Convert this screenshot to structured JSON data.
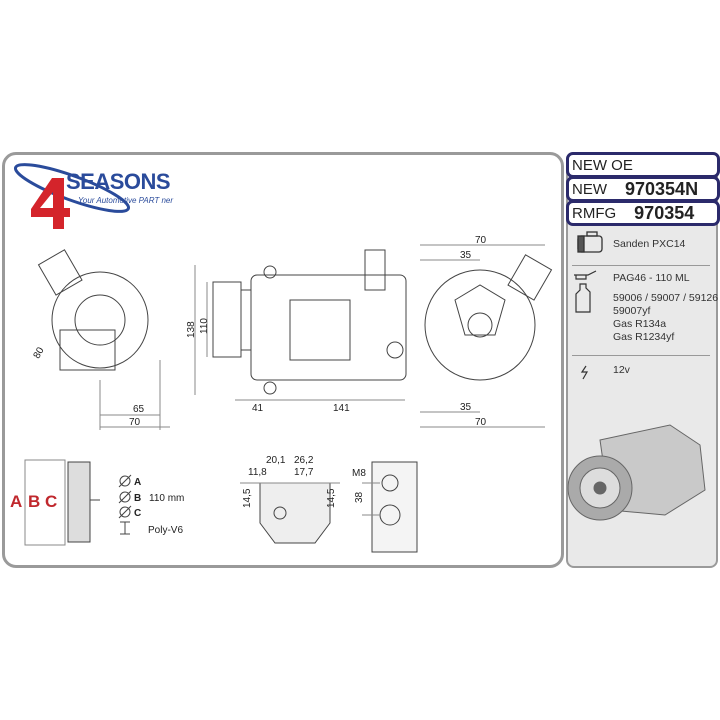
{
  "brand": {
    "logo_text": "SEASONS",
    "logo_digit": "4",
    "tagline": "Your Automotive PART ner",
    "colors": {
      "red": "#d4242b",
      "blue": "#2a4b9b"
    }
  },
  "header_boxes": {
    "new_oe": "NEW OE",
    "new_label": "NEW",
    "new_number": "970354N",
    "rmfg_label": "RMFG",
    "rmfg_number": "970354"
  },
  "specs": {
    "compressor": "Sanden PXC14",
    "oil": "PAG46 - 110 ML",
    "oil_refs": [
      "59006 / 59007 / 59126",
      "59007yf",
      "Gas R134a",
      "Gas R1234yf"
    ],
    "voltage": "12v"
  },
  "dimensions": {
    "side_left": [
      "80",
      "65",
      "70"
    ],
    "front": [
      "138",
      "110",
      "41",
      "141"
    ],
    "rear": [
      "70",
      "35",
      "35",
      "70"
    ],
    "ports": [
      "20,1",
      "26,2",
      "11,8",
      "17,7",
      "14,5",
      "14,5"
    ],
    "mount": [
      "M8",
      "38"
    ]
  },
  "pulley": {
    "labels": [
      "A",
      "B",
      "C"
    ],
    "diam_b": "110 mm",
    "belt": "Poly-V6"
  },
  "border_color": "#2b2a6b"
}
